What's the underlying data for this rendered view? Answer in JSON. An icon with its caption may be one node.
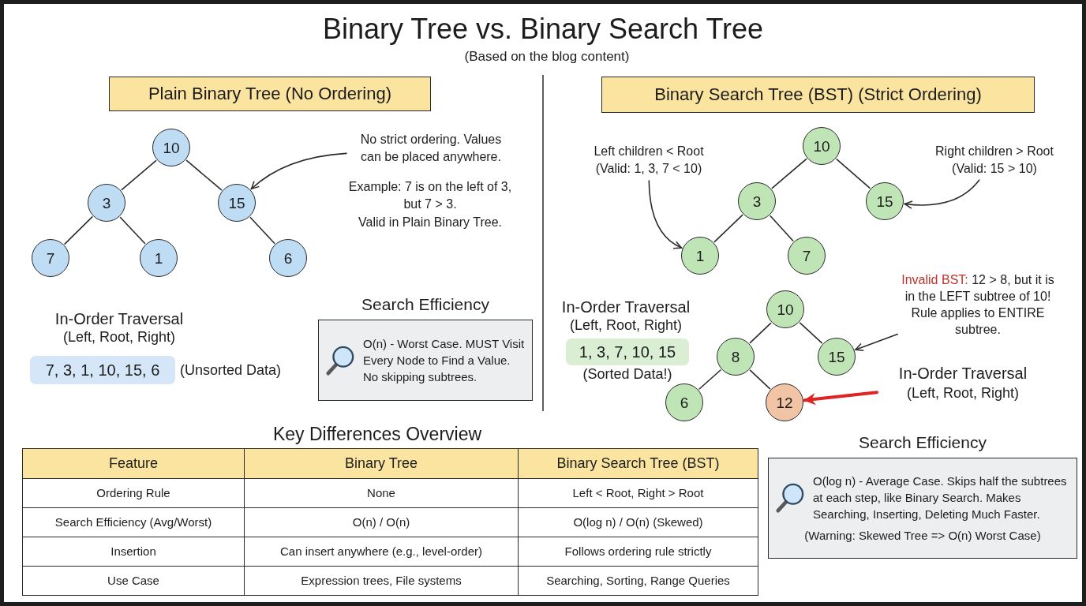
{
  "diagram": {
    "title": "Binary Tree vs. Binary Search Tree",
    "nodes": [
      {
        "text": [
          "Plain Binary Tree (No Ordering)"
        ]
      },
      {
        "text": [
          "10"
        ]
      },
      {
        "text": [
          "3"
        ]
      },
      {
        "text": [
          "15"
        ]
      },
      {
        "text": [
          "7"
        ]
      },
      {
        "text": [
          "1"
        ]
      },
      {
        "text": [
          "6"
        ]
      },
      {
        "text": [
          "No strict ordering. Values can be placed anywhere."
        ]
      },
      {
        "text": [
          "7, 3, 1, 10, 15, 6"
        ],
        "beside": [
          "(Unsorted Data)"
        ]
      },
      {
        "text": [
          "Search Efficiency",
          "O(n) - Worst Case. MUST Visit Every Node to Find a Value. No skipping subtrees."
        ]
      },
      {
        "text": [
          "Binary Search Tree (BST) (Strict Ordering)"
        ]
      },
      {
        "text": [
          "Left children < Root",
          "(Valid: 1, 3, 7 < 10)"
        ]
      },
      {
        "text": [
          "10"
        ]
      },
      {
        "text": [
          "Right children > Root",
          "(Valid: 15 > 10)"
        ]
      },
      {
        "text": [
          "3"
        ]
      },
      {
        "text": [
          "15"
        ]
      },
      {
        "text": [
          "1"
        ]
      },
      {
        "text": [
          "7"
        ]
      },
      {
        "text": [
          "1, 3, 7, 10, 15"
        ],
        "beside": [
          "(Sorted Data!)"
        ]
      },
      {
        "text": [
          "Invalid BST:",
          "12 > 8, but it is in the LEFT subtree of 10! Rule applies to ENTIRE subtree."
        ]
      },
      {
        "text": [
          "10"
        ]
      },
      {
        "text": [
          "8"
        ]
      },
      {
        "text": [
          "15"
        ]
      },
      {
        "text": [
          "6"
        ]
      },
      {
        "text": [
          "12"
        ]
      },
      {
        "text": [
          "In-Order Traversal",
          "(Left, Root, Right)"
        ]
      },
      {
        "text": [
          "Search Efficiency",
          "O(log n) - Average Case. Skips half the subtrees at each step, like Binary Search. Makes Searching, Inserting, Deleting Much Faster.",
          "(Warning: Skewed Tree => O(n) Worst Case)"
        ]
      }
    ],
    "edges": [
      {
        "from": 1,
        "to": 2,
        "arrow": "none"
      },
      {
        "from": 1,
        "to": 3,
        "arrow": "none"
      },
      {
        "from": 2,
        "to": 4,
        "arrow": "none"
      },
      {
        "from": 2,
        "to": 5,
        "arrow": "none"
      },
      {
        "from": 3,
        "to": 6,
        "arrow": "none"
      },
      {
        "from": 7,
        "to": 3,
        "arrow": "to"
      },
      {
        "from": 11,
        "to": 16,
        "arrow": "to"
      },
      {
        "from": 12,
        "to": 14,
        "arrow": "none"
      },
      {
        "from": 12,
        "to": 15,
        "arrow": "none"
      },
      {
        "from": 13,
        "to": 15,
        "arrow": "to"
      },
      {
        "from": 14,
        "to": 16,
        "arrow": "none"
      },
      {
        "from": 14,
        "to": 17,
        "arrow": "none"
      },
      {
        "from": 19,
        "to": 22,
        "arrow": "to"
      },
      {
        "from": 20,
        "to": 21,
        "arrow": "none"
      },
      {
        "from": 20,
        "to": 22,
        "arrow": "none"
      },
      {
        "from": 21,
        "to": 23,
        "arrow": "none"
      },
      {
        "from": 21,
        "to": 24,
        "arrow": "none"
      },
      {
        "from": 25,
        "to": 24,
        "arrow": "to",
        "style": "thick",
        "color": "#e02424"
      }
    ],
    "labels": [
      "(Based on the blog content)",
      "Example: 7 is on the left of 3, but 7 > 3.",
      "Valid in Plain Binary Tree.",
      "In-Order Traversal",
      "(Left, Root, Right)",
      "In-Order Traversal",
      "(Left, Root, Right)",
      "Key Differences Overview",
      "Feature",
      "Binary Tree",
      "Binary Search Tree (BST)",
      "Ordering Rule",
      "None",
      "Left < Root, Right > Root",
      "Search Efficiency (Avg/Worst)",
      "O(n) / O(n)",
      "O(log n) / O(n) (Skewed)",
      "Insertion",
      "Can insert anywhere (e.g., level-order)",
      "Follows ordering rule strictly",
      "Use Case",
      "Expression trees, File systems",
      "Searching, Sorting, Range Queries"
    ]
  }
}
